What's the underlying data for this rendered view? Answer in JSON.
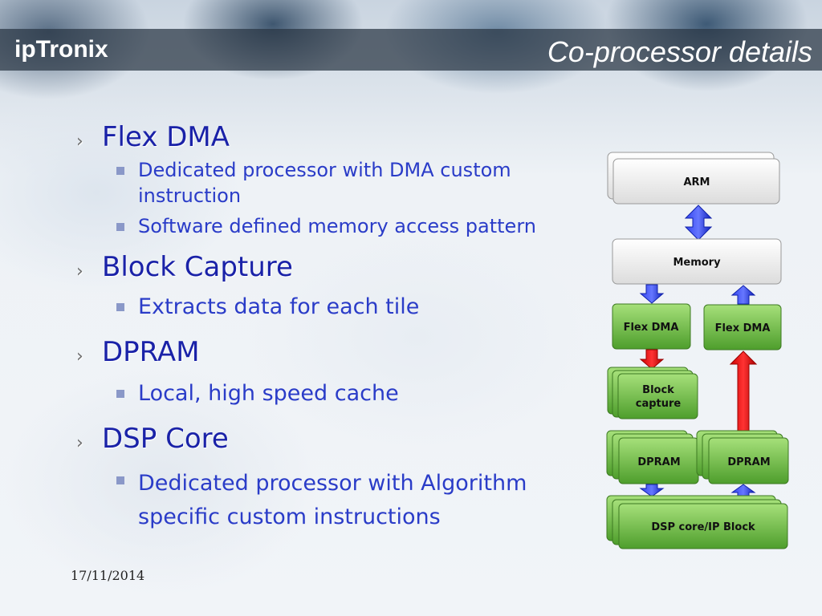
{
  "header": {
    "logo": "ipTronix",
    "title": "Co-processor details"
  },
  "bullets": [
    {
      "label": "Flex DMA",
      "subs": [
        "Dedicated processor with DMA custom instruction",
        "Software defined memory access pattern"
      ]
    },
    {
      "label": "Block Capture",
      "subs": [
        "Extracts data for each tile"
      ]
    },
    {
      "label": "DPRAM",
      "subs": [
        "Local, high speed cache"
      ]
    },
    {
      "label": "DSP Core",
      "subs": [
        "Dedicated processor with Algorithm specific custom instructions"
      ]
    }
  ],
  "diagram": {
    "arm": "ARM",
    "memory": "Memory",
    "flex_dma_left": "Flex DMA",
    "flex_dma_right": "Flex DMA",
    "block_capture_line1": "Block",
    "block_capture_line2": "capture",
    "dpram_left": "DPRAM",
    "dpram_right": "DPRAM",
    "dsp_core": "DSP core/IP Block"
  },
  "footer": {
    "date": "17/11/2014"
  },
  "colors": {
    "accent_text": "#1a22a8",
    "box_green": "#6cc24a",
    "arrow_blue": "#2233dd",
    "arrow_red": "#dd1111"
  }
}
